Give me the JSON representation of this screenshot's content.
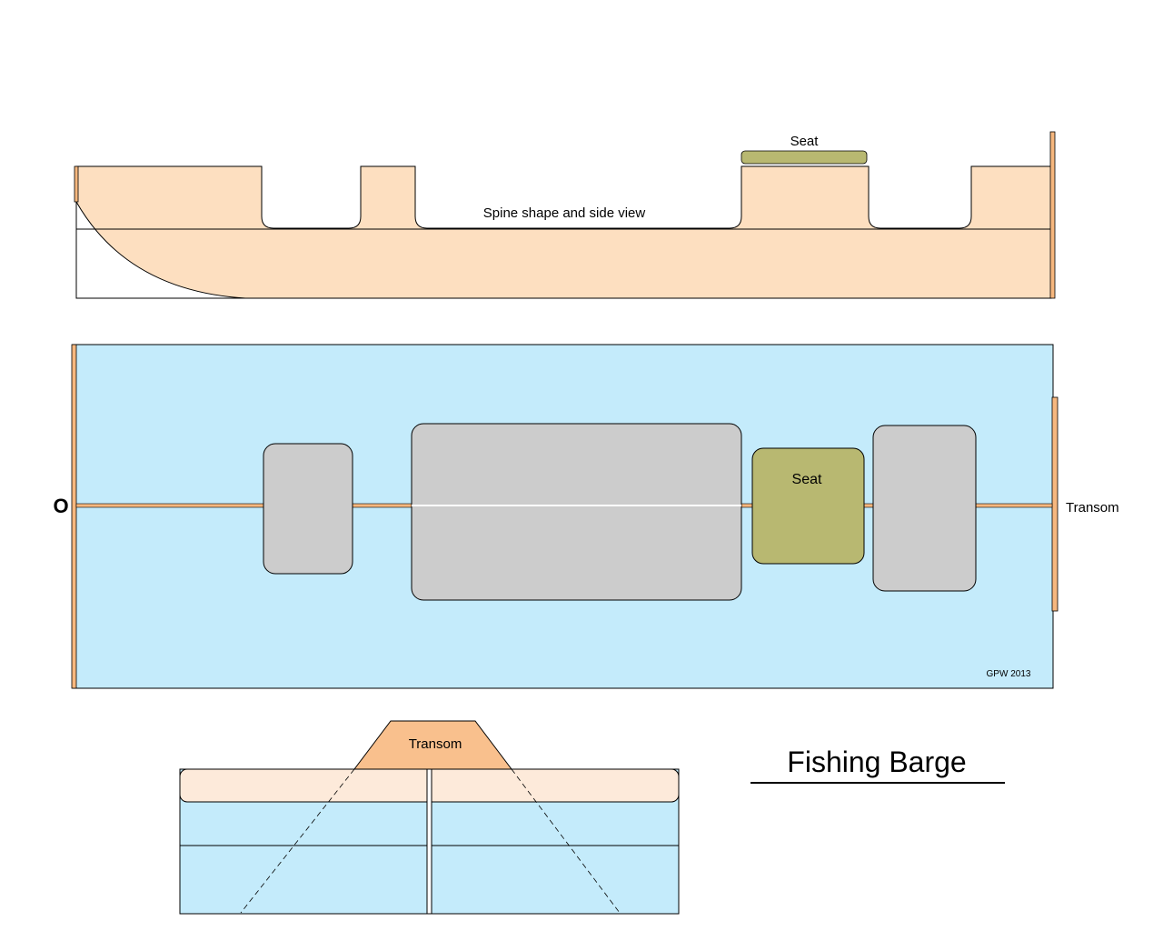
{
  "side_view": {
    "seat_label": "Seat",
    "spine_label": "Spine shape and side view"
  },
  "top_view": {
    "bow_marker": "O",
    "seat_label": "Seat",
    "transom_label": "Transom",
    "credit": "GPW 2013"
  },
  "end_view": {
    "transom_label": "Transom"
  },
  "title": "Fishing Barge",
  "colors": {
    "hull_side": "#fddfc0",
    "plywood_edge": "#f6b77e",
    "seat": "#b8b871",
    "water_blue": "#c4ebfb",
    "box_gray": "#cccccc",
    "transom_fill": "#f9c08d",
    "end_rail": "#fdeada"
  }
}
